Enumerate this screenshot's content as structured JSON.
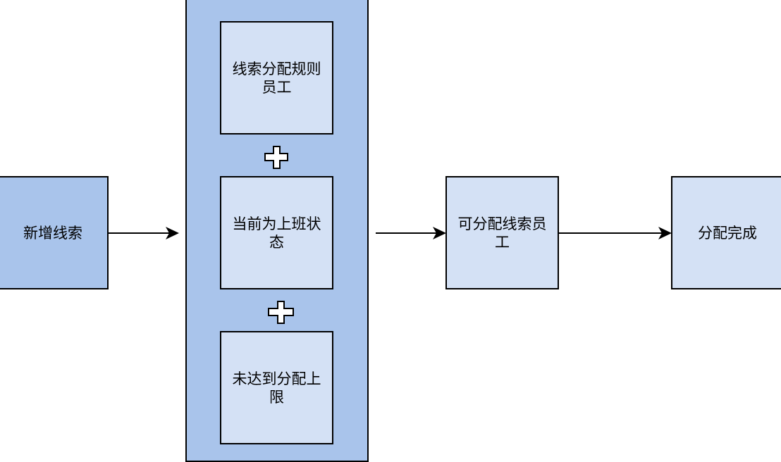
{
  "nodes": {
    "new_lead": "新增线索",
    "rule_staff": "线索分配规则员工",
    "on_duty": "当前为上班状态",
    "under_limit": "未达到分配上限",
    "assignable_staff": "可分配线索员工",
    "done": "分配完成"
  },
  "colors": {
    "dark_fill": "#a9c4eb",
    "light_fill": "#d4e1f5",
    "stroke": "#000000"
  }
}
